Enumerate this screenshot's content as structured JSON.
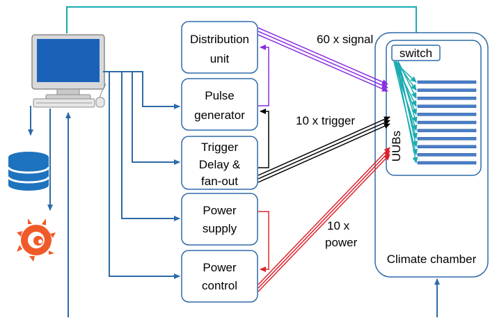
{
  "boxes": {
    "distribution": [
      "Distribution",
      "unit"
    ],
    "pulse": [
      "Pulse",
      "generator"
    ],
    "trigger": [
      "Trigger",
      "Delay &",
      "fan-out"
    ],
    "supply": [
      "Power",
      "supply"
    ],
    "control": [
      "Power",
      "control"
    ]
  },
  "chamber": {
    "label": "Climate chamber",
    "switch_label": "switch",
    "uubs_label": "UUBs",
    "uub_count": 11
  },
  "labels": {
    "signal": "60 x  signal",
    "trigger": "10 x trigger",
    "power_1": "10 x",
    "power_2": "power"
  },
  "colors": {
    "blue": "#2e6aa8",
    "teal": "#1aabb0",
    "purple": "#8a2be2",
    "red": "#e0202a",
    "black": "#000000",
    "uub_fill": "#4a7fc9",
    "grafana_orange": "#f05a28",
    "database_blue": "#1e73be"
  }
}
